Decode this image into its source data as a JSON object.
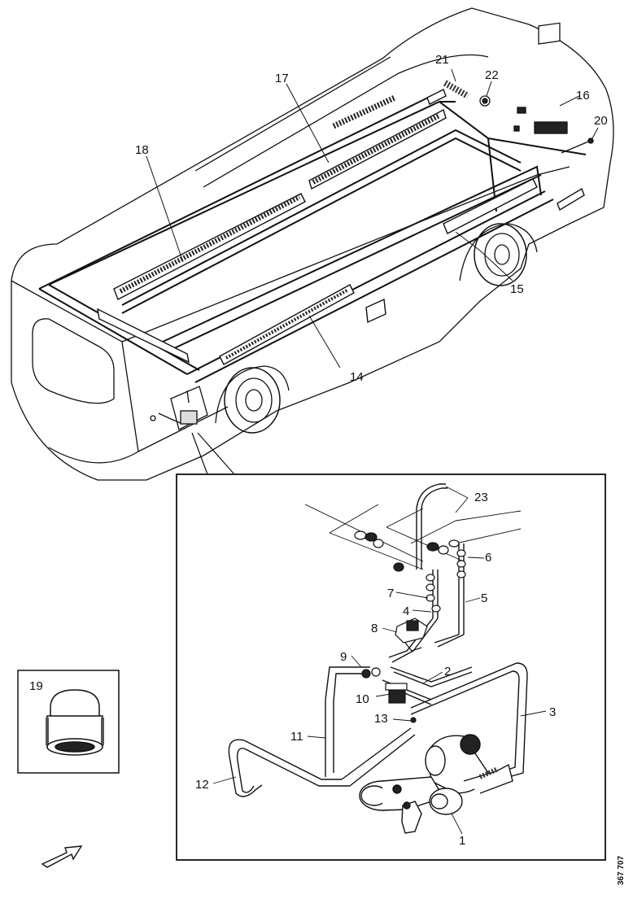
{
  "figure": {
    "document_number": "367 707",
    "bus_callouts": [
      "14",
      "15",
      "16",
      "17",
      "18",
      "20",
      "21",
      "22"
    ],
    "detail_callouts": [
      "1",
      "2",
      "3",
      "4",
      "5",
      "6",
      "7",
      "8",
      "9",
      "10",
      "11",
      "12",
      "13",
      "23"
    ],
    "inset_callout": "19"
  },
  "colors": {
    "line": "#111111",
    "background": "#ffffff",
    "hatch": "#222222"
  }
}
